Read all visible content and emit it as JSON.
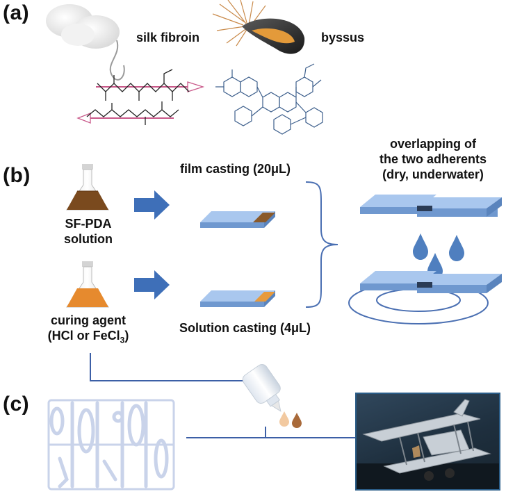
{
  "panels": {
    "a": "(a)",
    "b": "(b)",
    "c": "(c)"
  },
  "panel_a": {
    "silk_label": "silk fibroin",
    "byssus_label": "byssus"
  },
  "panel_b": {
    "sfpda_label_line1": "SF-PDA",
    "sfpda_label_line2": "solution",
    "curing_label_line1": "curing agent",
    "curing_label_line2_pre": "(HCl or FeCl",
    "curing_label_line2_sub": "3",
    "curing_label_line2_post": ")",
    "film_casting": "film casting (20μL)",
    "solution_casting": "Solution casting (4μL)",
    "overlap_line1": "overlapping of",
    "overlap_line2": "the two adherents",
    "overlap_line3": "(dry, underwater)"
  },
  "colors": {
    "arrow": "#3e6fb8",
    "slide": "#8fb4e3",
    "slide_dark": "#6f98cf",
    "film_brown": "#8a5a2b",
    "film_orange": "#e79a3c",
    "sfpda_liquid": "#7a4a1e",
    "curing_liquid": "#e68a2e",
    "drop": "#4f7fbf",
    "connector": "#3c5fa6"
  }
}
